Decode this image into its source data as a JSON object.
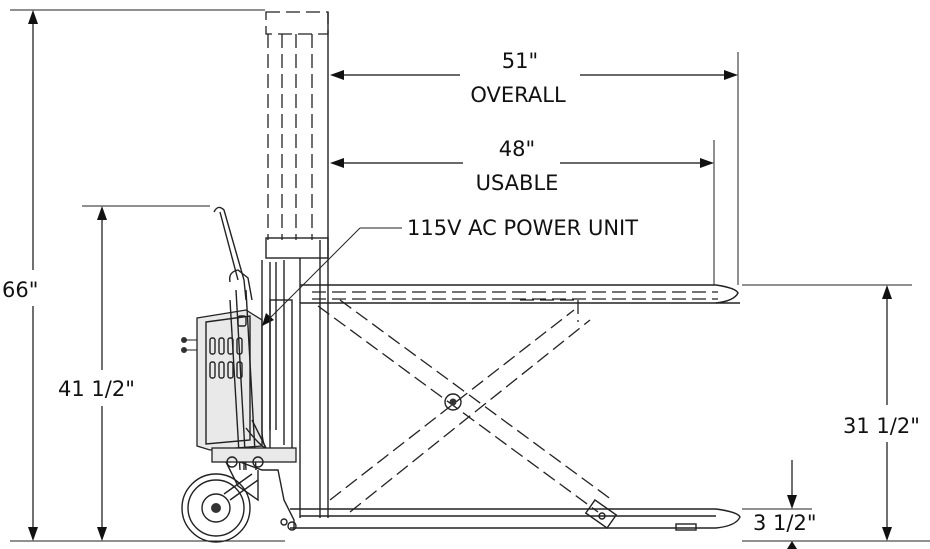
{
  "dimensions": {
    "overall_length": {
      "value": "51\"",
      "label": "OVERALL"
    },
    "usable_length": {
      "value": "48\"",
      "label": "USABLE"
    },
    "overall_height": "66\"",
    "handle_height": "41 1/2\"",
    "max_lift_height": "31 1/2\"",
    "lowered_height": "3 1/2\""
  },
  "callouts": {
    "power_unit": "115V AC POWER UNIT"
  }
}
